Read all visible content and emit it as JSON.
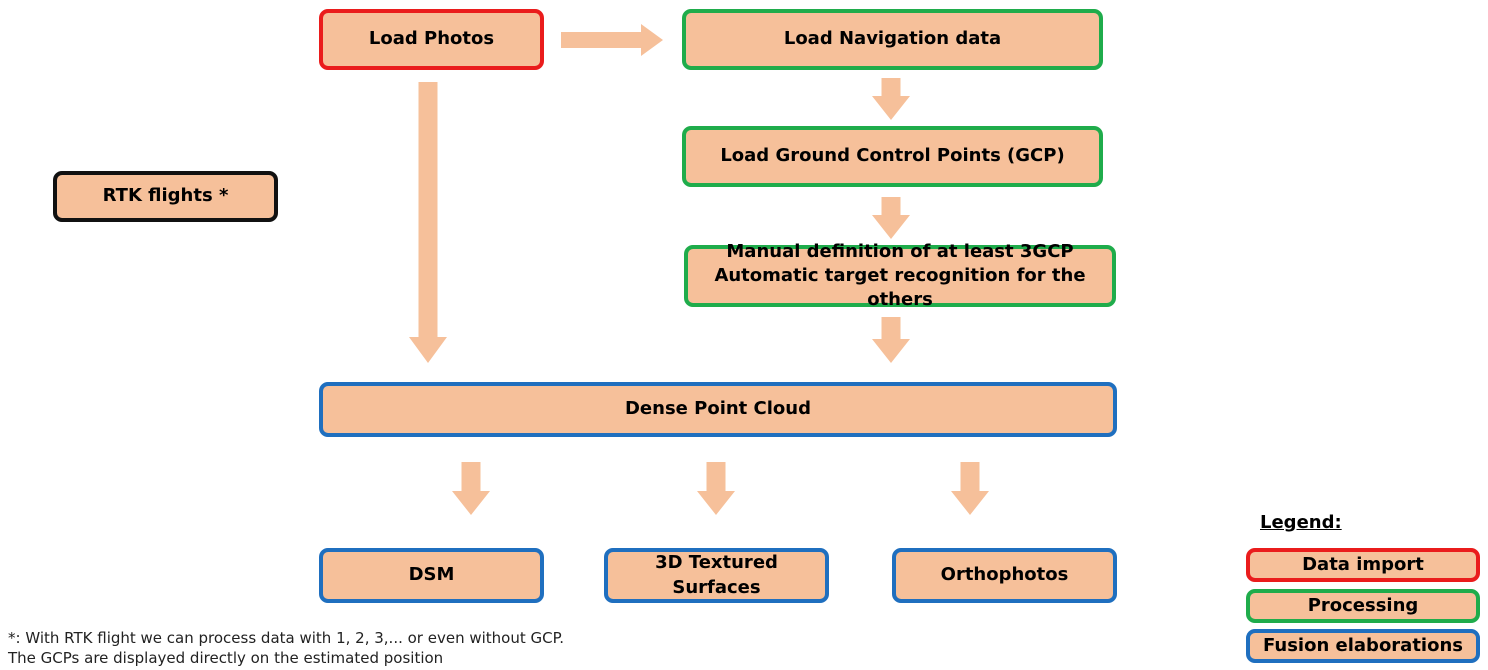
{
  "nodes": {
    "load_photos": "Load Photos",
    "load_navigation": "Load Navigation data",
    "load_gcp": "Load Ground Control Points (GCP)",
    "manual_line1": "Manual definition of at least 3GCP",
    "manual_line2": "Automatic target recognition for the others",
    "rtk": "RTK flights *",
    "dense_cloud": "Dense Point Cloud",
    "dsm": "DSM",
    "textured": "3D Textured Surfaces",
    "orthophotos": "Orthophotos"
  },
  "footnote": {
    "line1": "*: With RTK flight we can process data with 1, 2, 3,... or even without GCP.",
    "line2": "The GCPs are displayed directly on the estimated position"
  },
  "legend": {
    "title": "Legend:",
    "items": [
      "Data import",
      "Processing",
      "Fusion elaborations"
    ]
  },
  "colors": {
    "box_fill": "#f6c09a",
    "data_import": "#ea1c1c",
    "processing": "#1fac4b",
    "fusion": "#1f6fbf"
  }
}
